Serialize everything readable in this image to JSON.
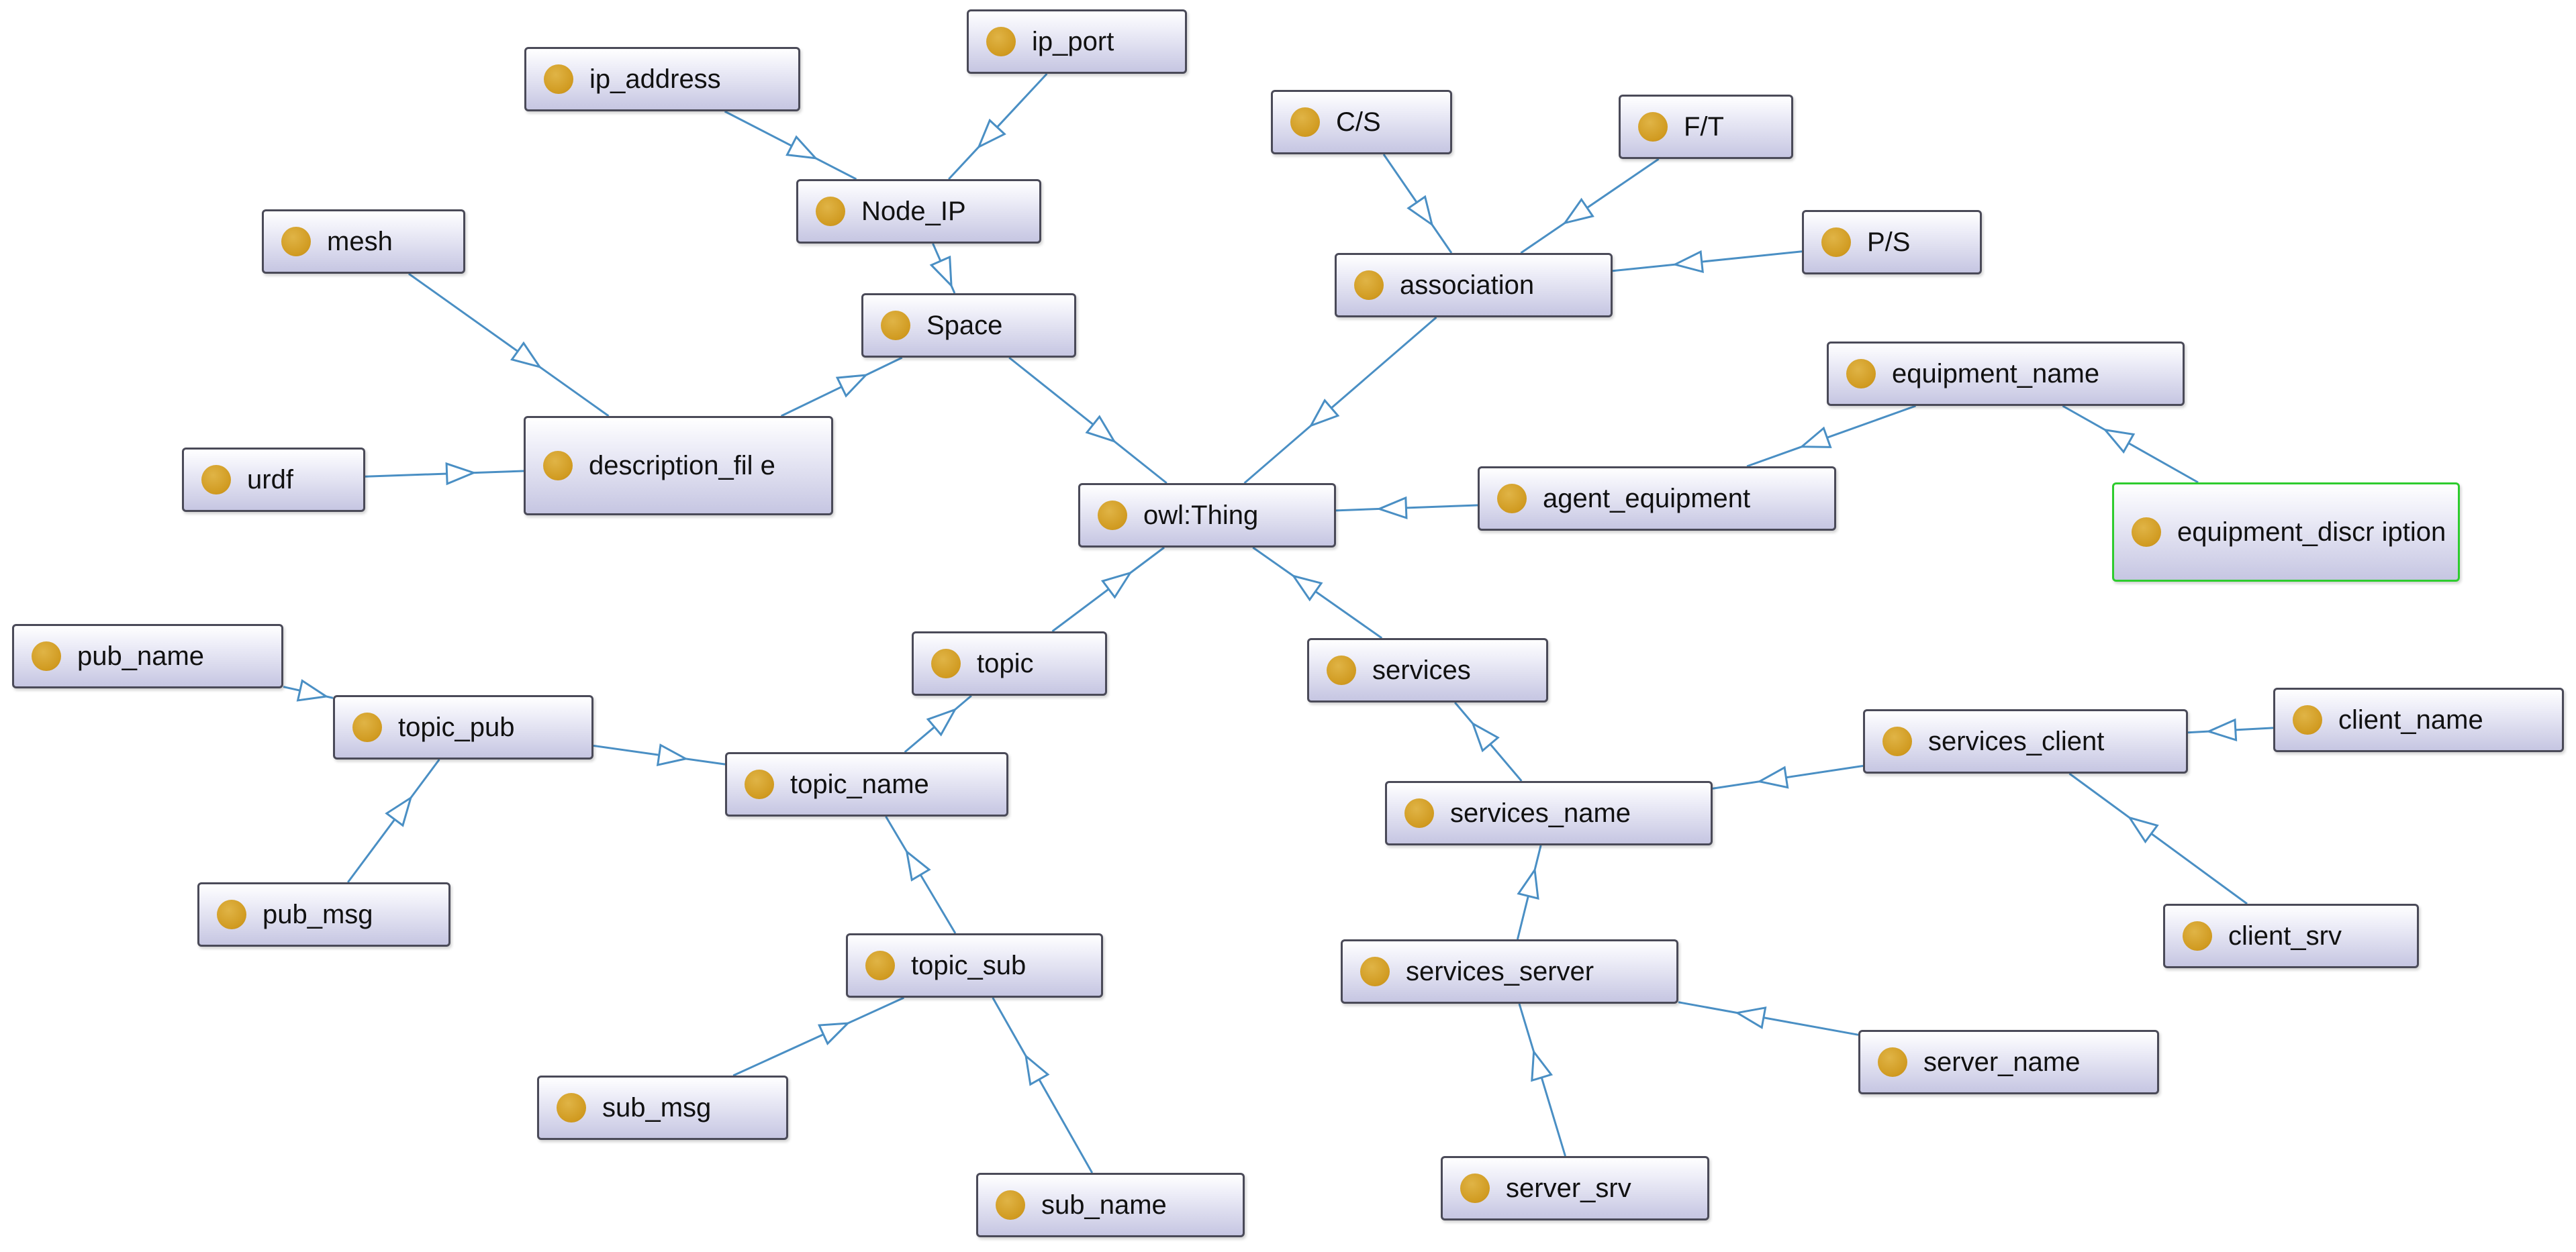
{
  "colors": {
    "edge": "#4a8fc4",
    "node_border": "#4a4a58",
    "selected_border": "#2ecc2e",
    "class_dot": "#d09a20"
  },
  "icons": {
    "class": "class-dot-icon"
  },
  "nodes": [
    {
      "id": "ip_port",
      "label": "ip_port"
    },
    {
      "id": "ip_address",
      "label": "ip_address"
    },
    {
      "id": "node_ip",
      "label": "Node_IP"
    },
    {
      "id": "mesh",
      "label": "mesh"
    },
    {
      "id": "space",
      "label": "Space"
    },
    {
      "id": "description_file",
      "label": "description_fil e"
    },
    {
      "id": "urdf",
      "label": "urdf"
    },
    {
      "id": "cs",
      "label": "C/S"
    },
    {
      "id": "ft",
      "label": "F/T"
    },
    {
      "id": "ps",
      "label": "P/S"
    },
    {
      "id": "association",
      "label": "association"
    },
    {
      "id": "equipment_name",
      "label": "equipment_name"
    },
    {
      "id": "owl_thing",
      "label": "owl:Thing"
    },
    {
      "id": "agent_equipment",
      "label": "agent_equipment"
    },
    {
      "id": "equipment_discription",
      "label": "equipment_discr iption",
      "selected": true
    },
    {
      "id": "pub_name",
      "label": "pub_name"
    },
    {
      "id": "topic",
      "label": "topic"
    },
    {
      "id": "services",
      "label": "services"
    },
    {
      "id": "topic_pub",
      "label": "topic_pub"
    },
    {
      "id": "client_name",
      "label": "client_name"
    },
    {
      "id": "services_client",
      "label": "services_client"
    },
    {
      "id": "topic_name",
      "label": "topic_name"
    },
    {
      "id": "services_name",
      "label": "services_name"
    },
    {
      "id": "pub_msg",
      "label": "pub_msg"
    },
    {
      "id": "client_srv",
      "label": "client_srv"
    },
    {
      "id": "topic_sub",
      "label": "topic_sub"
    },
    {
      "id": "services_server",
      "label": "services_server"
    },
    {
      "id": "server_name",
      "label": "server_name"
    },
    {
      "id": "sub_msg",
      "label": "sub_msg"
    },
    {
      "id": "server_srv",
      "label": "server_srv"
    },
    {
      "id": "sub_name",
      "label": "sub_name"
    }
  ],
  "edges": [
    {
      "from": "ip_address",
      "to": "node_ip"
    },
    {
      "from": "ip_port",
      "to": "node_ip"
    },
    {
      "from": "node_ip",
      "to": "space"
    },
    {
      "from": "space",
      "to": "owl_thing"
    },
    {
      "from": "mesh",
      "to": "description_file"
    },
    {
      "from": "description_file",
      "to": "space"
    },
    {
      "from": "urdf",
      "to": "description_file"
    },
    {
      "from": "association",
      "to": "owl_thing"
    },
    {
      "from": "cs",
      "to": "association"
    },
    {
      "from": "ft",
      "to": "association"
    },
    {
      "from": "ps",
      "to": "association"
    },
    {
      "from": "agent_equipment",
      "to": "owl_thing"
    },
    {
      "from": "equipment_name",
      "to": "agent_equipment"
    },
    {
      "from": "equipment_discription",
      "to": "equipment_name"
    },
    {
      "from": "topic",
      "to": "owl_thing"
    },
    {
      "from": "services",
      "to": "owl_thing"
    },
    {
      "from": "topic_name",
      "to": "topic"
    },
    {
      "from": "topic_pub",
      "to": "topic_name"
    },
    {
      "from": "pub_name",
      "to": "topic_pub"
    },
    {
      "from": "pub_msg",
      "to": "topic_pub"
    },
    {
      "from": "topic_sub",
      "to": "topic_name"
    },
    {
      "from": "sub_msg",
      "to": "topic_sub"
    },
    {
      "from": "sub_name",
      "to": "topic_sub"
    },
    {
      "from": "services_name",
      "to": "services"
    },
    {
      "from": "services_client",
      "to": "services_name"
    },
    {
      "from": "client_name",
      "to": "services_client"
    },
    {
      "from": "client_srv",
      "to": "services_client"
    },
    {
      "from": "services_server",
      "to": "services_name"
    },
    {
      "from": "server_name",
      "to": "services_server"
    },
    {
      "from": "server_srv",
      "to": "services_server"
    }
  ]
}
